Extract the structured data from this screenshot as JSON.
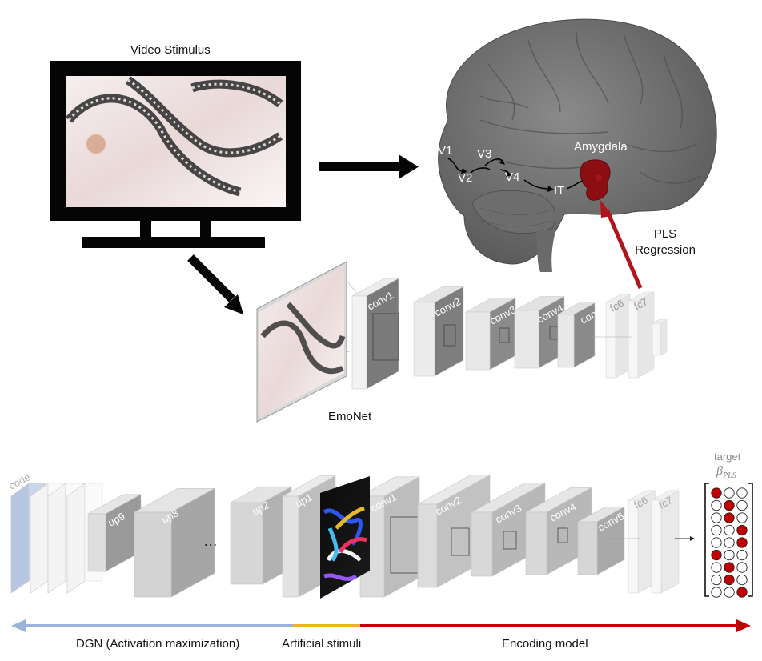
{
  "top": {
    "video_label": "Video Stimulus",
    "brain": {
      "regions": [
        "V1",
        "V2",
        "V3",
        "V4",
        "IT"
      ],
      "amygdala_label": "Amygdala"
    },
    "regression_label_line1": "PLS",
    "regression_label_line2": "Regression",
    "network_label": "EmoNet",
    "layers": [
      "conv1",
      "conv2",
      "conv3",
      "conv4",
      "conv5",
      "fc6",
      "fc7"
    ]
  },
  "bottom": {
    "dgn_layers": [
      "code",
      "up9",
      "up8",
      "…",
      "up2",
      "up1"
    ],
    "encoder_layers": [
      "conv1",
      "conv2",
      "conv3",
      "conv4",
      "conv5",
      "fc6",
      "fc7"
    ],
    "target_label": "target",
    "beta_label": "β",
    "beta_sub": "PLS",
    "target_pattern": [
      [
        1,
        0,
        0
      ],
      [
        0,
        1,
        0
      ],
      [
        0,
        1,
        0
      ],
      [
        0,
        0,
        1
      ],
      [
        0,
        0,
        1
      ],
      [
        1,
        0,
        0
      ],
      [
        0,
        1,
        0
      ],
      [
        0,
        1,
        0
      ],
      [
        0,
        0,
        1
      ]
    ]
  },
  "timeline": {
    "segments": [
      {
        "label": "DGN (Activation maximization)",
        "color": "#9db4da"
      },
      {
        "label": "Artificial stimuli",
        "color": "#f0b321"
      },
      {
        "label": "Encoding model",
        "color": "#c00000"
      }
    ]
  },
  "colors": {
    "amygdala": "#8b0f12",
    "red_arrow": "#b0141c",
    "filled_dot": "#c00000"
  }
}
